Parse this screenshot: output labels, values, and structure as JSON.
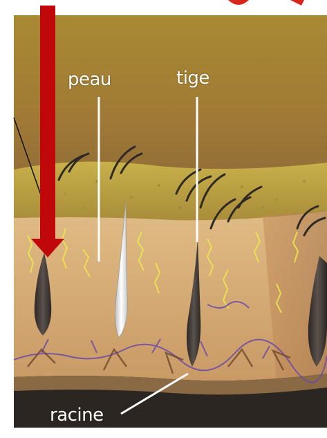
{
  "labels": {
    "peau": "peau",
    "tige": "tige",
    "racine": "racine"
  },
  "colors": {
    "arrow": "#c0070a",
    "label": "#ffffff",
    "skin_top": "#b59a3b",
    "dermis": "#d9b17a",
    "hair_dark": "#3b3531",
    "hair_white": "#f2f2f2",
    "nerves": "#e8e24a",
    "vessels": "#6b4aa8",
    "partial_title": "#d9261c"
  }
}
